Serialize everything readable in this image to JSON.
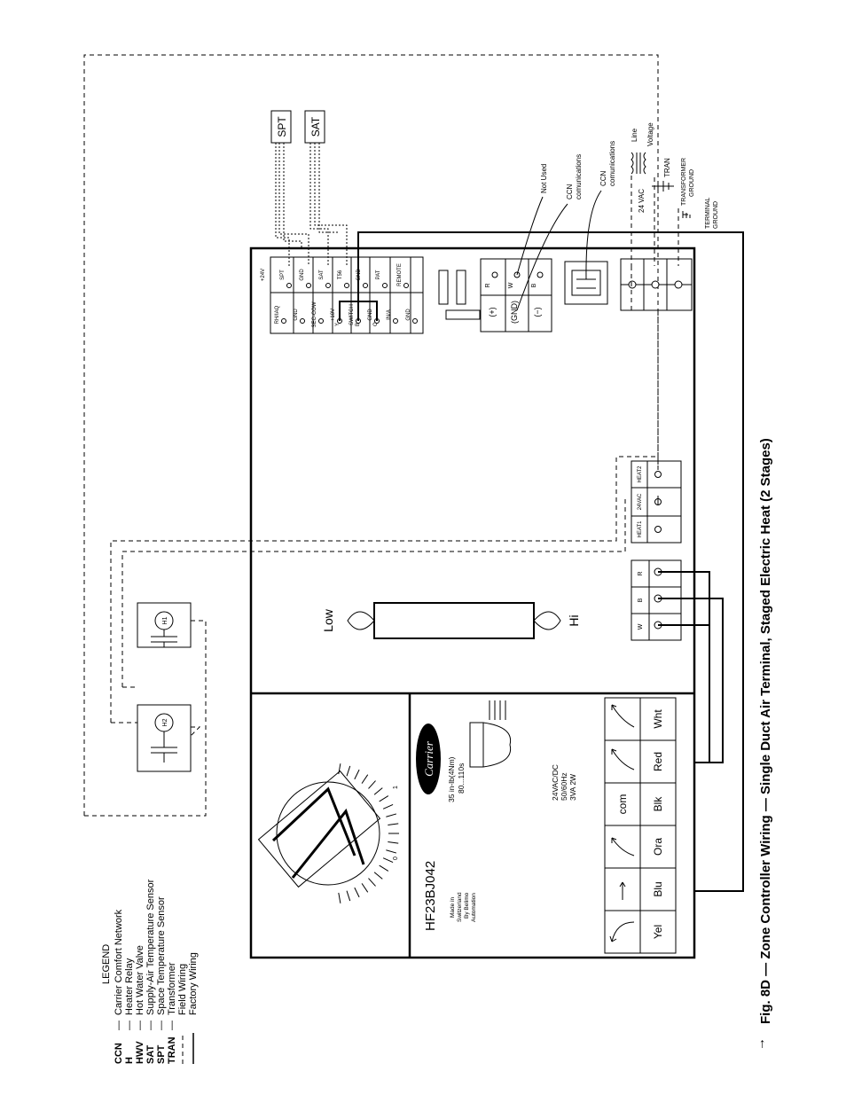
{
  "caption": {
    "arrow": "→",
    "title": "Fig. 8D — Zone Controller Wiring — Single Duct Air Terminal, Staged Electric Heat (2 Stages)"
  },
  "legend": {
    "heading": "LEGEND",
    "items": [
      {
        "abbr": "CCN",
        "sep": "—",
        "desc": "Carrier Comfort Network"
      },
      {
        "abbr": "H",
        "sep": "—",
        "desc": "Heater Relay"
      },
      {
        "abbr": "HWV",
        "sep": "—",
        "desc": "Hot Water Valve"
      },
      {
        "abbr": "SAT",
        "sep": "—",
        "desc": "Supply-Air Temperature Sensor"
      },
      {
        "abbr": "SPT",
        "sep": "—",
        "desc": "Space Temperature Sensor"
      },
      {
        "abbr": "TRAN",
        "sep": "—",
        "desc": "Transformer"
      }
    ],
    "field_wiring": "Field Wiring",
    "factory_wiring": "Factory Wiring"
  },
  "actuator": {
    "model": "HF23BJ042",
    "made_in": [
      "Made in",
      "Switzerland",
      "By Belimo",
      "Automation"
    ],
    "brand": "Carrier",
    "torque": [
      "35 in-lb(4Nm)",
      "80...110s"
    ],
    "power": [
      "24VAC/DC",
      "50/60Hz",
      "3VA   2W"
    ],
    "scale_zero": "0",
    "scale_one": "1",
    "wires": [
      "Yel",
      "Blu",
      "Ora",
      "Blk",
      "Red",
      "Wht"
    ],
    "com": "com"
  },
  "damper": {
    "low": "Low",
    "hi": "Hi"
  },
  "relays": [
    "H1",
    "H2"
  ],
  "actuator_terminals": [
    "W",
    "B",
    "R"
  ],
  "heat_terminals": [
    "HEAT1",
    "24VAC",
    "HEAT2"
  ],
  "sensor_block": {
    "left": [
      "RH/IAQ",
      "GND",
      "SEC-COW",
      "+10V",
      "SWITCH",
      "GND",
      "IN/A",
      "GND"
    ],
    "right": [
      "+24V",
      "SPT",
      "GND",
      "SAT",
      "T56",
      "GND",
      "PAT",
      "REMOTE"
    ],
    "sub_y": "Y",
    "sub_b": "B",
    "sub_o": "O"
  },
  "ccn_block": {
    "left": [
      "(+)",
      "(GND)",
      "(−)"
    ],
    "right": [
      "R",
      "W",
      "B"
    ]
  },
  "sensors": {
    "spt": "SPT",
    "sat": "SAT"
  },
  "notes": {
    "not_used": "Not Used",
    "ccn1": [
      "CCN",
      "comunications"
    ],
    "ccn2": [
      "CCN",
      "comunications"
    ],
    "line_voltage": [
      "Line",
      "Voltage"
    ],
    "vac": "24 VAC",
    "tran": "TRAN",
    "transformer_ground": [
      "TRANSFORMER",
      "GROUND"
    ],
    "terminal_ground": [
      "TERMINAL",
      "GROUND"
    ]
  }
}
